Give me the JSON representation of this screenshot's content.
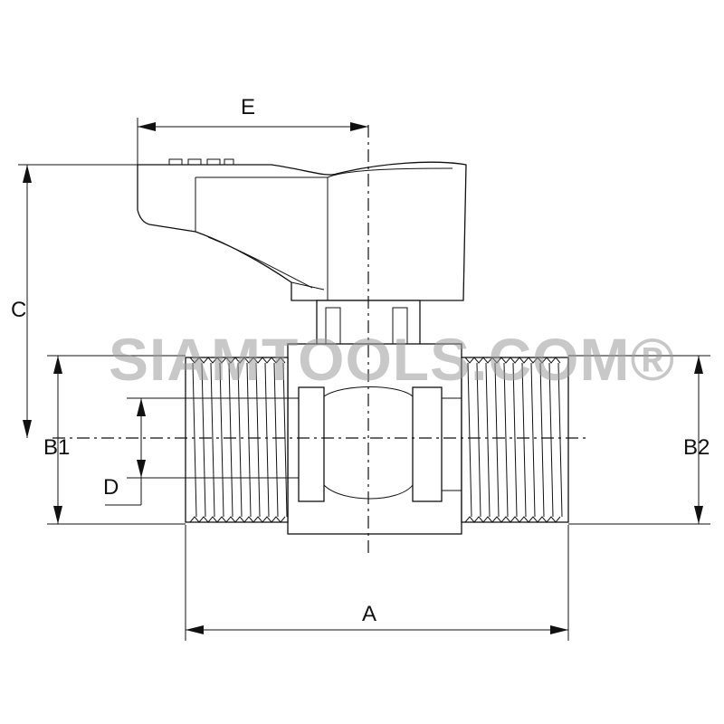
{
  "labels": {
    "a": "A",
    "b1": "B1",
    "b2": "B2",
    "c": "C",
    "d": "D",
    "e": "E"
  },
  "watermark": "SIAMTOOLS.COM®",
  "colors": {
    "line": "#111111",
    "watermark": "#9a9a9a",
    "background": "#ffffff"
  }
}
